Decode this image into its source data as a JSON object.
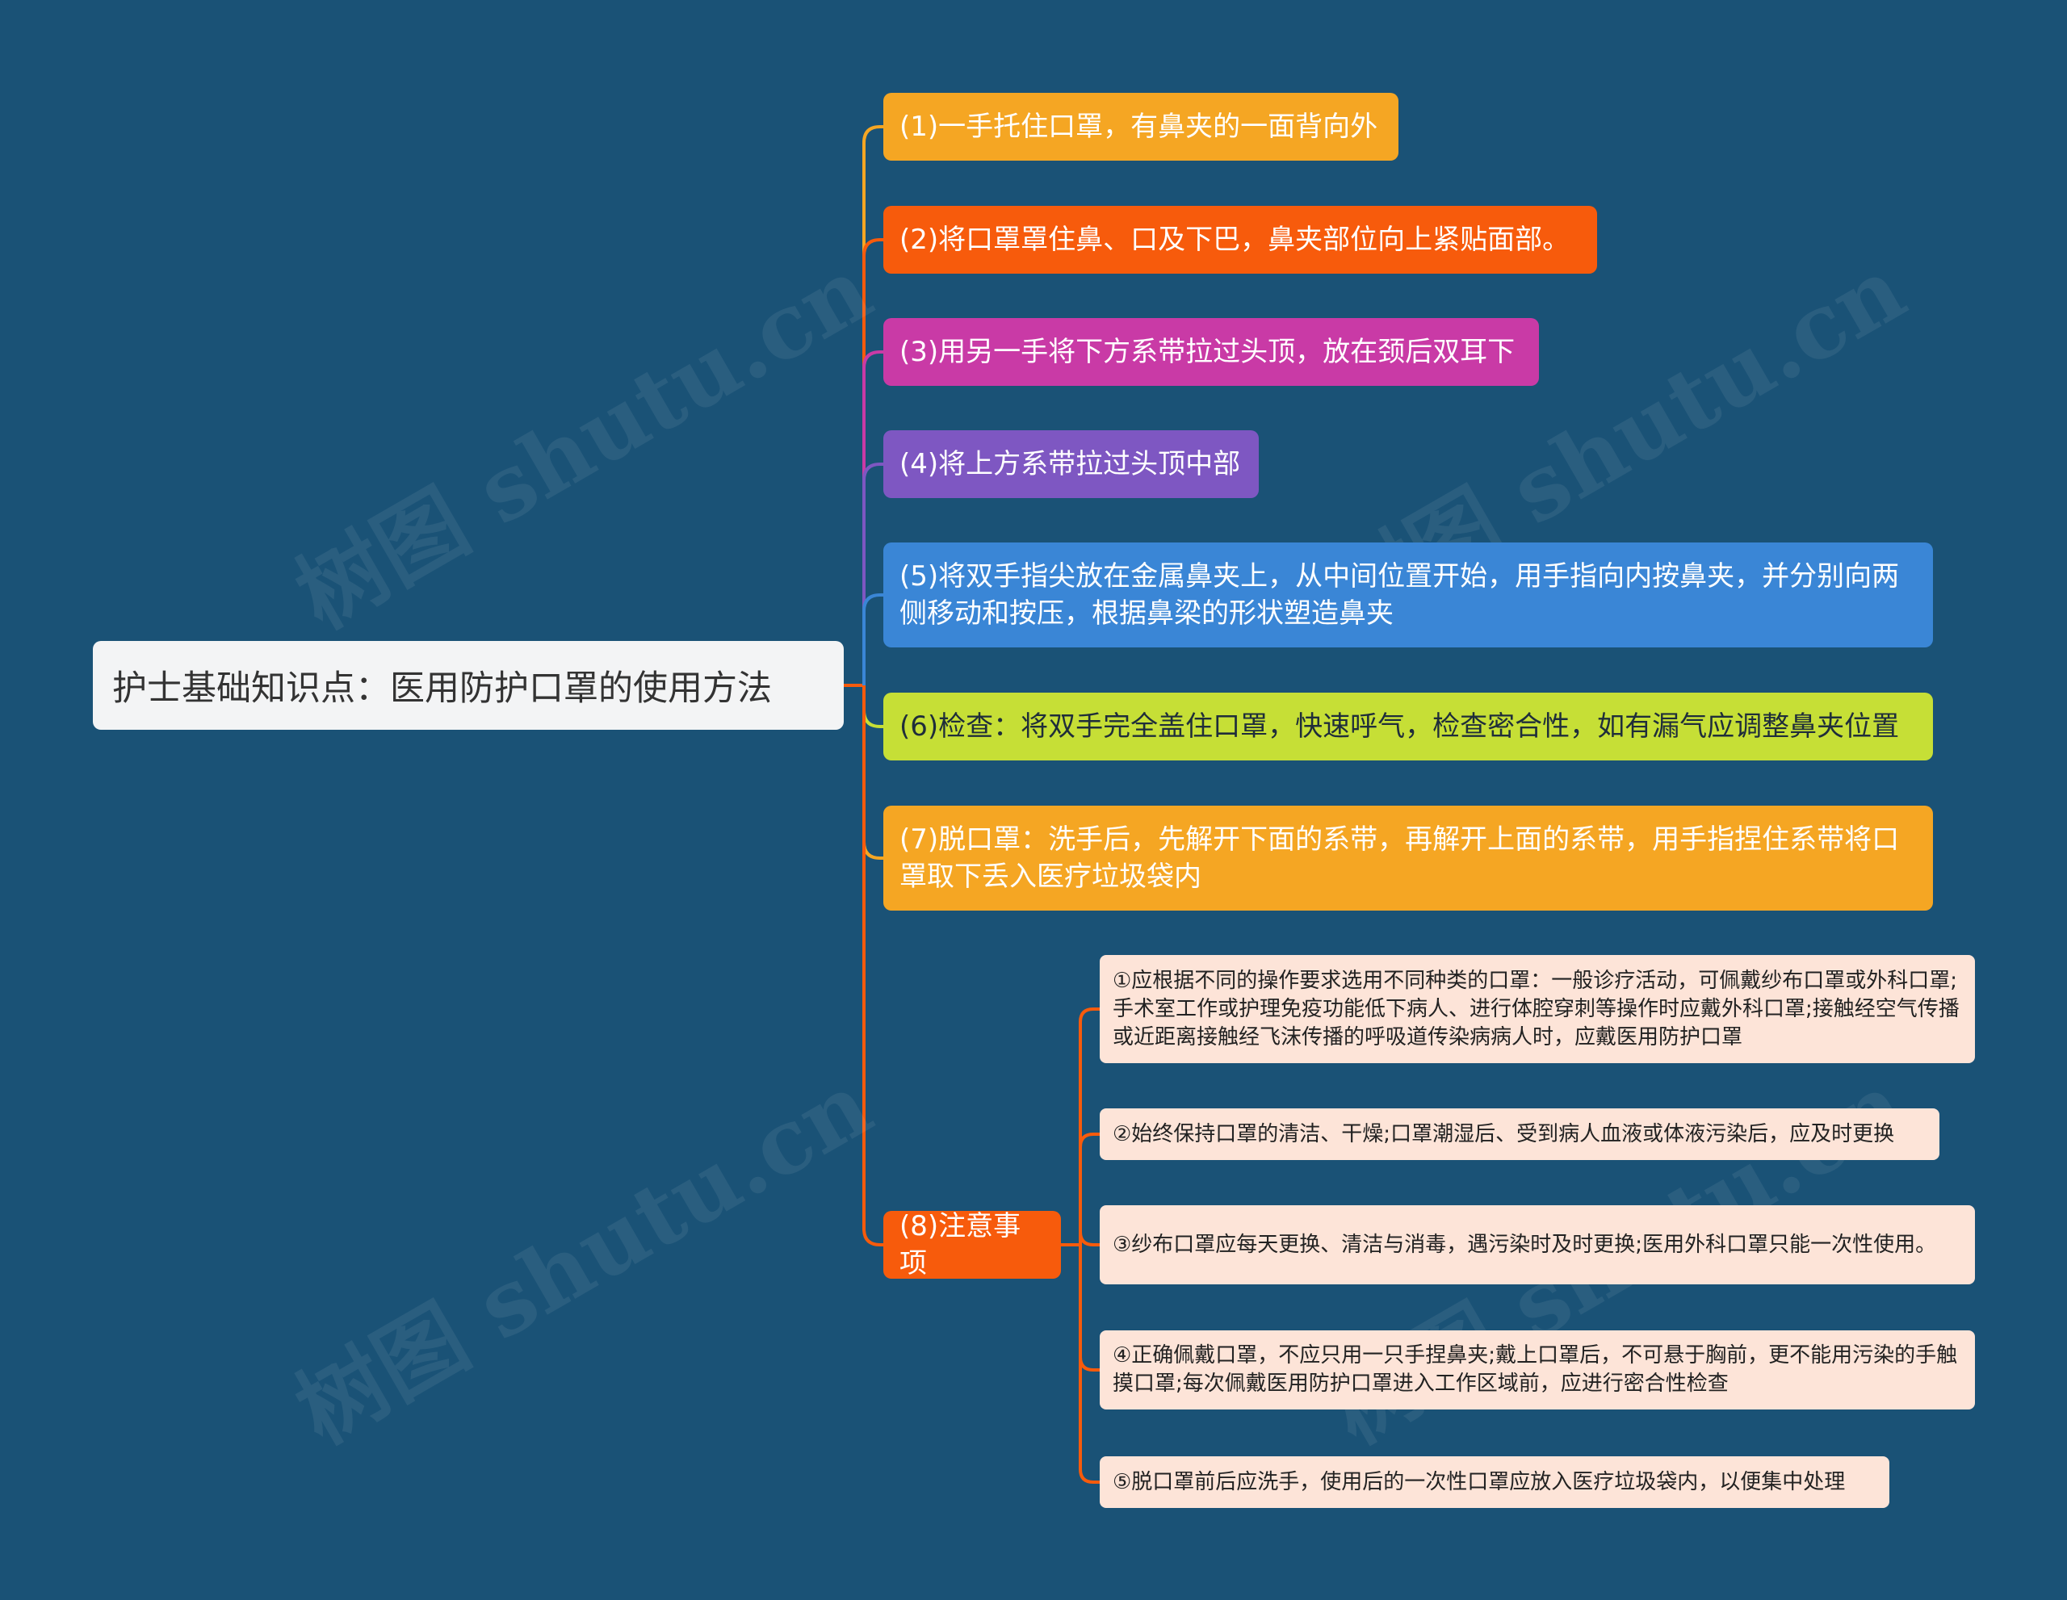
{
  "root": {
    "label": "护士基础知识点：医用防护口罩的使用方法"
  },
  "branches": [
    {
      "label": "(1)一手托住口罩，有鼻夹的一面背向外",
      "color": "#f5a623"
    },
    {
      "label": "(2)将口罩罩住鼻、口及下巴，鼻夹部位向上紧贴面部。",
      "color": "#f75b0c"
    },
    {
      "label": "(3)用另一手将下方系带拉过头顶，放在颈后双耳下",
      "color": "#c93aa6"
    },
    {
      "label": "(4)将上方系带拉过头顶中部",
      "color": "#7e57c2"
    },
    {
      "label": "(5)将双手指尖放在金属鼻夹上，从中间位置开始，用手指向内按鼻夹，并分别向两侧移动和按压，根据鼻梁的形状塑造鼻夹",
      "color": "#3a86d6"
    },
    {
      "label": "(6)检查：将双手完全盖住口罩，快速呼气，检查密合性，如有漏气应调整鼻夹位置",
      "color": "#c6df36"
    },
    {
      "label": "(7)脱口罩：洗手后，先解开下面的系带，再解开上面的系带，用手指捏住系带将口罩取下丢入医疗垃圾袋内",
      "color": "#f5a623"
    },
    {
      "label": "(8)注意事项",
      "color": "#f75b0c"
    }
  ],
  "notes": [
    {
      "label": "①应根据不同的操作要求选用不同种类的口罩：一般诊疗活动，可佩戴纱布口罩或外科口罩;手术室工作或护理免疫功能低下病人、进行体腔穿刺等操作时应戴外科口罩;接触经空气传播或近距离接触经飞沫传播的呼吸道传染病病人时，应戴医用防护口罩"
    },
    {
      "label": "②始终保持口罩的清洁、干燥;口罩潮湿后、受到病人血液或体液污染后，应及时更换"
    },
    {
      "label": "③纱布口罩应每天更换、清洁与消毒，遇污染时及时更换;医用外科口罩只能一次性使用。"
    },
    {
      "label": "④正确佩戴口罩，不应只用一只手捏鼻夹;戴上口罩后，不可悬于胸前，更不能用污染的手触摸口罩;每次佩戴医用防护口罩进入工作区域前，应进行密合性检查"
    },
    {
      "label": "⑤脱口罩前后应洗手，使用后的一次性口罩应放入医疗垃圾袋内，以便集中处理"
    }
  ],
  "watermark": "树图 shutu.cn",
  "colors": {
    "background": "#1a5276",
    "note_fill": "#fde4d8",
    "note_line": "#f75b0c"
  }
}
